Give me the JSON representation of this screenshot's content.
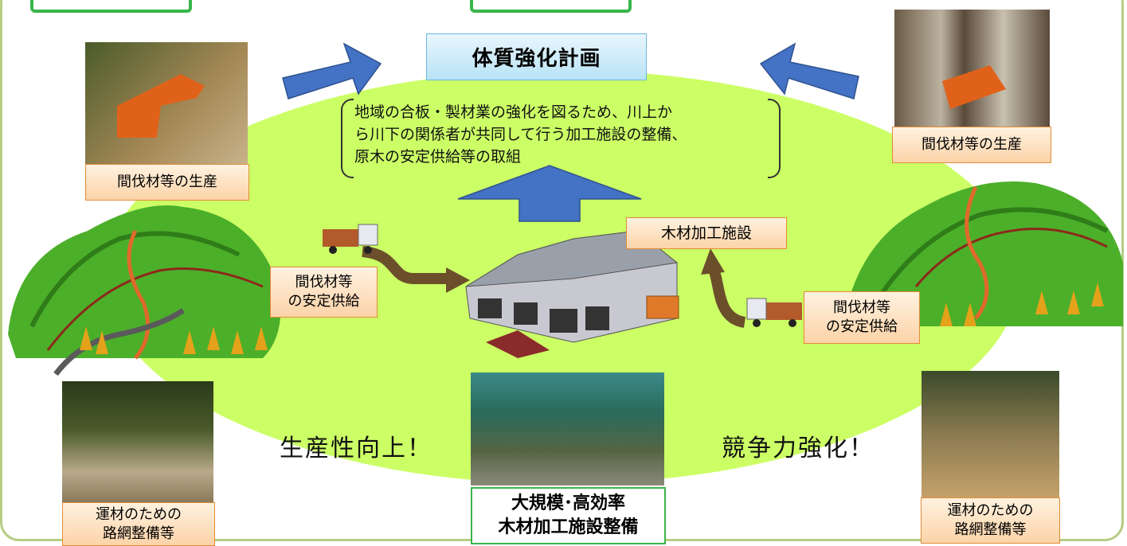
{
  "title": "体質強化計画",
  "description": "地域の合板・製材業の強化を図るため、川上から川下の関係者が共同して行う加工施設の整備、原木の安定供給等の取組",
  "description_lines": [
    "地域の合板・製材業の強化を図るため、川上か",
    "ら川下の関係者が共同して行う加工施設の整備、",
    "原木の安定供給等の取組"
  ],
  "labels": {
    "production_left": "間伐材等の生産",
    "production_right": "間伐材等の生産",
    "supply_left_1": "間伐材等",
    "supply_left_2": "の安定供給",
    "supply_right_1": "間伐材等",
    "supply_right_2": "の安定供給",
    "facility": "木材加工施設",
    "road_left_1": "運材のための",
    "road_left_2": "路網整備等",
    "road_right_1": "運材のための",
    "road_right_2": "路網整備等"
  },
  "slogans": {
    "productivity": "生産性向上！",
    "competitiveness": "競争力強化！"
  },
  "bottom_title": {
    "line1": "大規模･高効率",
    "line2": "木材加工施設整備"
  },
  "colors": {
    "ellipse": "#ccff66",
    "frame": "#b7cc85",
    "arrow_blue": "#4472c4",
    "label_border": "#e38b36",
    "green_border": "#39b54a"
  }
}
